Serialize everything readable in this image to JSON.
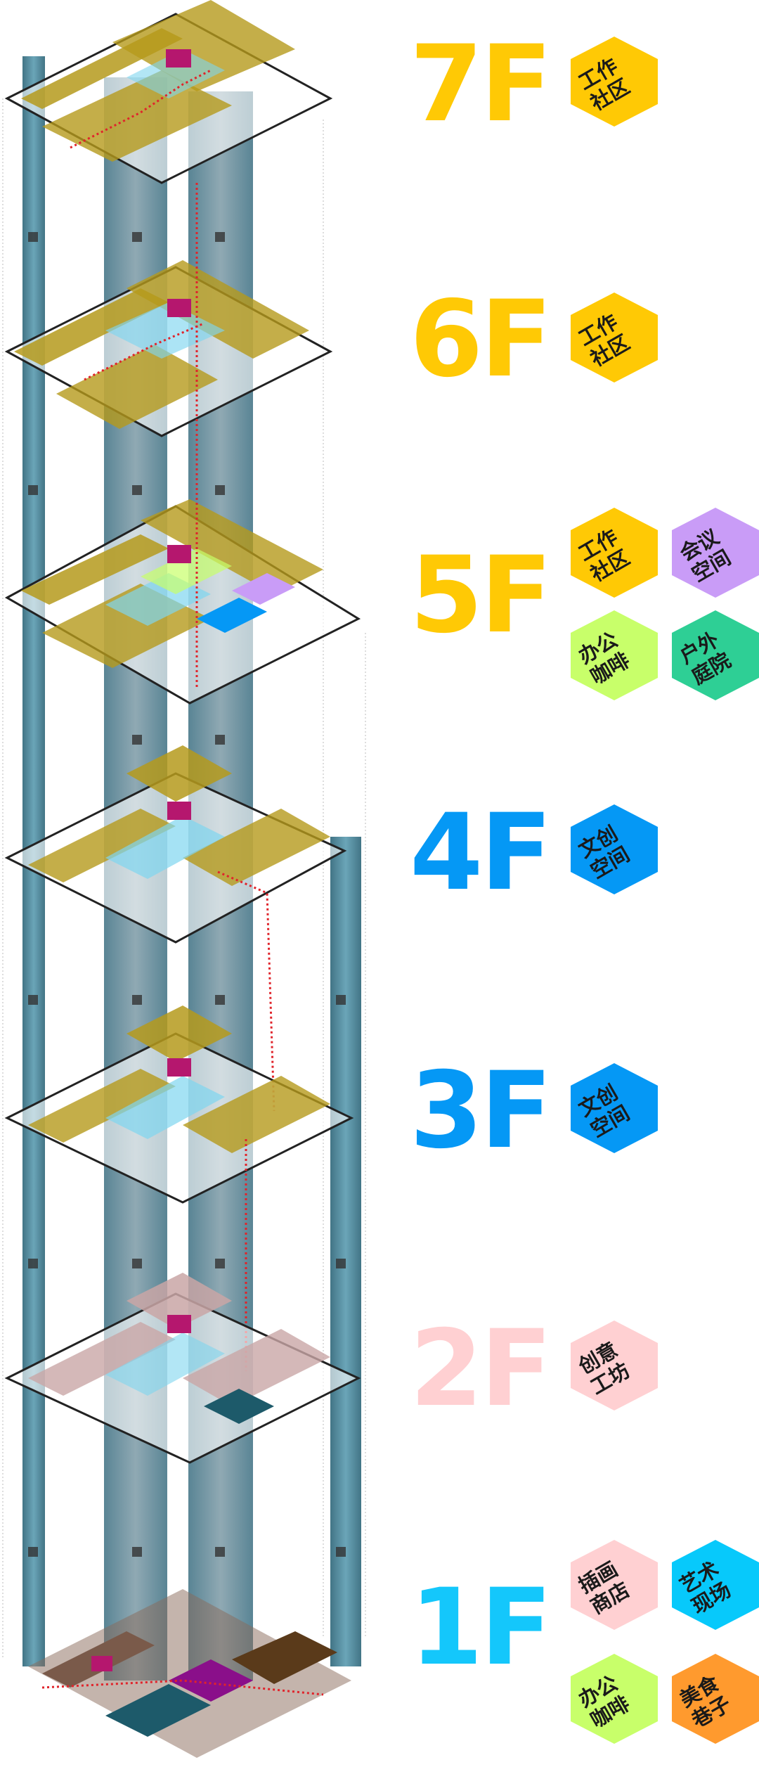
{
  "floors": [
    {
      "label": "7F",
      "color": "#ffc905",
      "tags": [
        {
          "line1": "工作",
          "line2": "社区",
          "color": "#ffc905"
        }
      ]
    },
    {
      "label": "6F",
      "color": "#ffc905",
      "tags": [
        {
          "line1": "工作",
          "line2": "社区",
          "color": "#ffc905"
        }
      ]
    },
    {
      "label": "5F",
      "color": "#ffc905",
      "tags": [
        {
          "line1": "工作",
          "line2": "社区",
          "color": "#ffc905"
        },
        {
          "line1": "会议",
          "line2": "空间",
          "color": "#c99cf7"
        },
        {
          "line1": "办公",
          "line2": "咖啡",
          "color": "#c8ff6a"
        },
        {
          "line1": "户外",
          "line2": "庭院",
          "color": "#2ecf95"
        }
      ]
    },
    {
      "label": "4F",
      "color": "#0598f5",
      "tags": [
        {
          "line1": "文创",
          "line2": "空间",
          "color": "#0598f5"
        }
      ]
    },
    {
      "label": "3F",
      "color": "#0598f5",
      "tags": [
        {
          "line1": "文创",
          "line2": "空间",
          "color": "#0598f5"
        }
      ]
    },
    {
      "label": "2F",
      "color": "#ffd0d2",
      "tags": [
        {
          "line1": "创意",
          "line2": "工坊",
          "color": "#ffd0d2"
        }
      ]
    },
    {
      "label": "1F",
      "color": "#14c7fb",
      "tags": [
        {
          "line1": "插画",
          "line2": "商店",
          "color": "#ffd0d2"
        },
        {
          "line1": "艺术",
          "line2": "现场",
          "color": "#07c9fb"
        },
        {
          "line1": "办公",
          "line2": "咖啡",
          "color": "#c8ff6a"
        },
        {
          "line1": "美食",
          "line2": "巷子",
          "color": "#ff9a2e"
        }
      ]
    }
  ],
  "diagram_colors": {
    "column": "#3f7e94",
    "workspace": "#b59a1c",
    "glass": "#7fd6ef",
    "core": "#b5176e",
    "route": "#e0242b",
    "workshop": "#c9a6a6"
  }
}
